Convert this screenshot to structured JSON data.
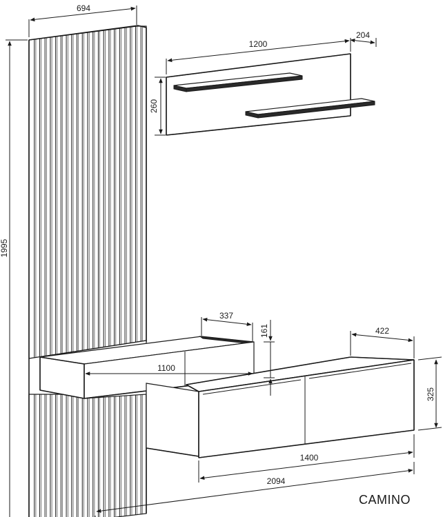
{
  "title": "CAMINO",
  "dimensions": {
    "panel_width": "694",
    "panel_height": "1995",
    "shelf_width": "1200",
    "shelf_depth": "204",
    "shelf_height": "260",
    "upper_box_depth": "337",
    "upper_box_height": "161",
    "upper_box_width": "1100",
    "base_depth": "422",
    "base_height": "325",
    "base_width": "1400",
    "total_width": "2094"
  }
}
